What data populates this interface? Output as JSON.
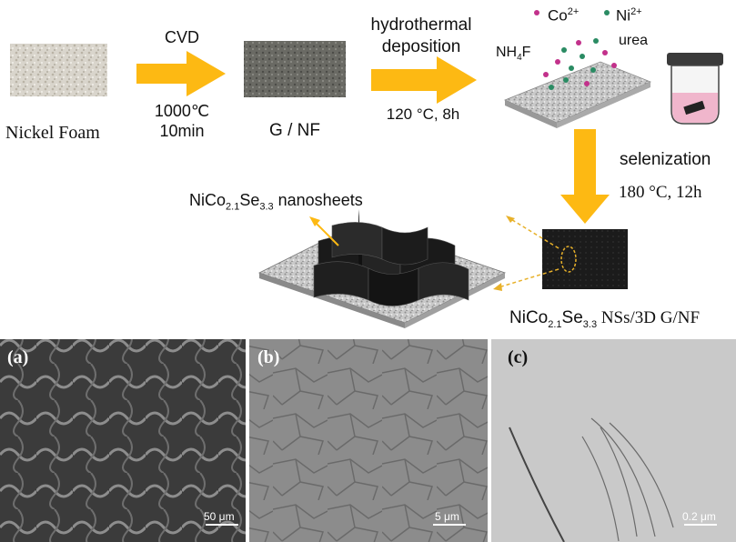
{
  "colors": {
    "arrow": "#FDB913",
    "dashed": "#E8B12A",
    "co_ion": "#C2318B",
    "ni_ion": "#2A8B63",
    "nanosheet": "#1A1A1A",
    "foam": "#BFBFBF"
  },
  "step1": {
    "label": "Nickel Foam"
  },
  "step2": {
    "arrow_label": "CVD",
    "temp": "1000℃",
    "time": "10min",
    "label": "G / NF"
  },
  "step3": {
    "arrow_line1": "hydrothermal",
    "arrow_line2": "deposition",
    "conditions": "120 °C, 8h"
  },
  "step4": {
    "co_ion": "Co",
    "co_charge": "2+",
    "ni_ion": "Ni",
    "ni_charge": "2+",
    "nh4f_a": "NH",
    "nh4f_sub": "4",
    "nh4f_b": "F",
    "urea": "urea"
  },
  "step5": {
    "arrow_label": "selenization",
    "conditions": "180 °C, 12h"
  },
  "product": {
    "a": "NiCo",
    "a_sub": "2.1",
    "b": "Se",
    "b_sub": "3.3",
    "suffix": " NSs/3D G/NF"
  },
  "nanosheets": {
    "a": "NiCo",
    "a_sub": "2.1",
    "b": "Se",
    "b_sub": "3.3",
    "suffix": " nanosheets"
  },
  "micrographs": [
    {
      "panel": "(a)",
      "scale": "50  μm"
    },
    {
      "panel": "(b)",
      "scale": "5  μm"
    },
    {
      "panel": "(c)",
      "scale": "0.2  μm"
    }
  ]
}
